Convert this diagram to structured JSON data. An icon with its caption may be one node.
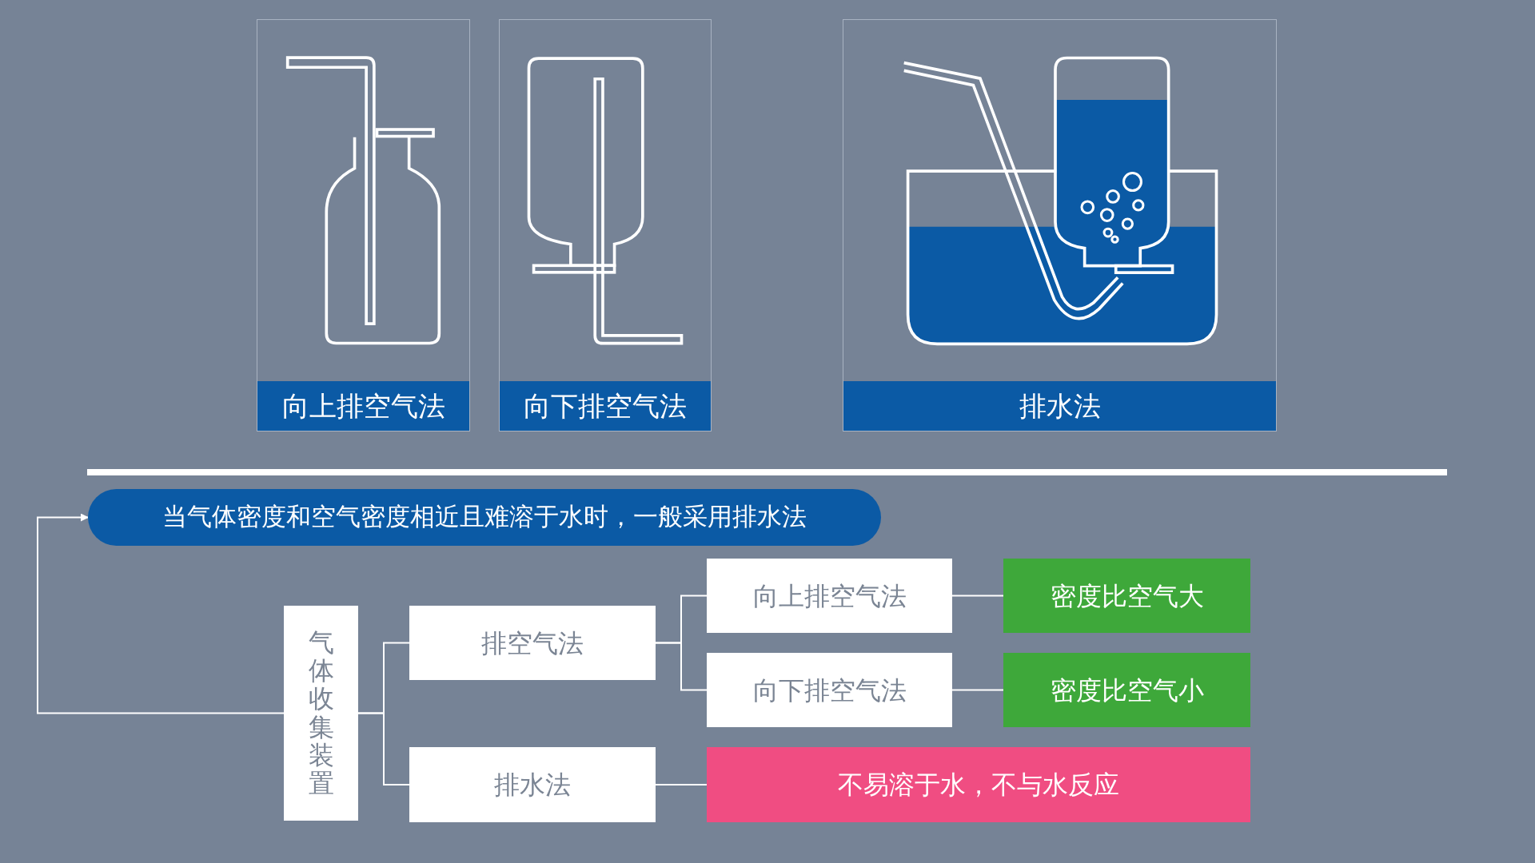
{
  "diagram": {
    "nodes": [
      {
        "text": [
          "向上排空气法"
        ]
      },
      {
        "text": [
          "向下排空气法"
        ]
      },
      {
        "text": [
          "排水法"
        ]
      },
      {
        "text": [
          "当气体密度和空气密度相近且难溶于水时，一般采用排水法"
        ]
      },
      {
        "text": [
          "气体收集装置"
        ]
      },
      {
        "text": [
          "排空气法"
        ]
      },
      {
        "text": [
          "向上排空气法"
        ]
      },
      {
        "text": [
          "密度比空气大"
        ]
      },
      {
        "text": [
          "向下排空气法"
        ]
      },
      {
        "text": [
          "密度比空气小"
        ]
      },
      {
        "text": [
          "排水法"
        ]
      },
      {
        "text": [
          "不易溶于水，不与水反应"
        ]
      }
    ],
    "edges": [
      {
        "from": 4,
        "to": 5,
        "arrow": "none"
      },
      {
        "from": 4,
        "to": 10,
        "arrow": "none"
      },
      {
        "from": 5,
        "to": 6,
        "arrow": "none"
      },
      {
        "from": 5,
        "to": 8,
        "arrow": "none"
      },
      {
        "from": 6,
        "to": 7,
        "arrow": "none"
      },
      {
        "from": 8,
        "to": 9,
        "arrow": "none"
      },
      {
        "from": 10,
        "to": 11,
        "arrow": "none"
      },
      {
        "from": 4,
        "to": 3,
        "arrow": "to"
      }
    ]
  }
}
